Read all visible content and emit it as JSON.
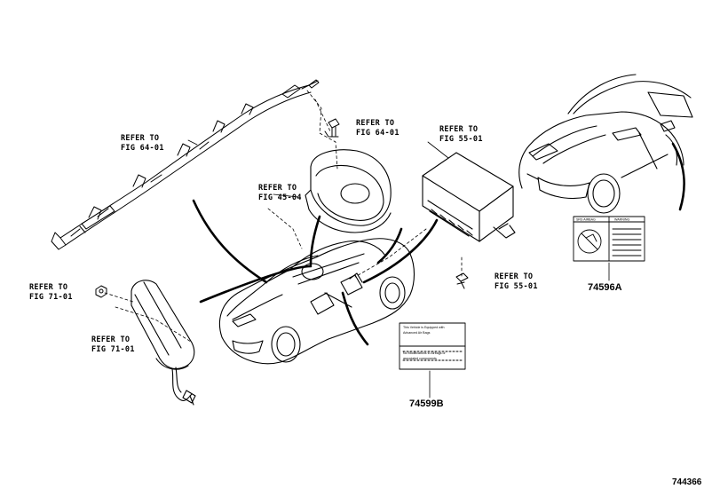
{
  "refs": {
    "curtain_airbag": [
      "REFER TO",
      "FIG 64-01"
    ],
    "clip_bolt": [
      "REFER TO",
      "FIG 64-01"
    ],
    "steering_pad": [
      "REFER TO",
      "FIG 45-04"
    ],
    "dash_airbag": [
      "REFER TO",
      "FIG 55-01"
    ],
    "dash_bolt": [
      "REFER TO",
      "FIG 55-01"
    ],
    "seat_nut": [
      "REFER TO",
      "FIG 71-01"
    ],
    "seat_airbag": [
      "REFER TO",
      "FIG 71-01"
    ]
  },
  "parts": {
    "label_a": "74596A",
    "label_b": "74599B"
  },
  "label_b_text": {
    "line1": "This Vehicle is Equipped with",
    "line2": "Advanced Air Bags",
    "line3": "No Modifications to Airbags or",
    "line4": "associated components"
  },
  "label_a_text": {
    "warning": "WARNING",
    "small": "SRS AIRBAG"
  },
  "diagram_number": "744366"
}
